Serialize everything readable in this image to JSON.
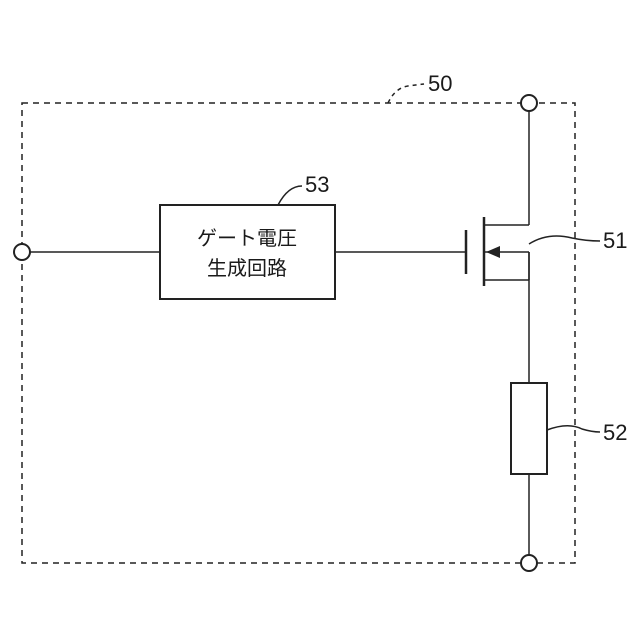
{
  "labels": {
    "module": "50",
    "transistor": "51",
    "resistor": "52",
    "gate_block": "53"
  },
  "gate_block": {
    "line1": "ゲート電圧",
    "line2": "生成回路"
  },
  "colors": {
    "stroke": "#222222",
    "background": "#ffffff"
  }
}
